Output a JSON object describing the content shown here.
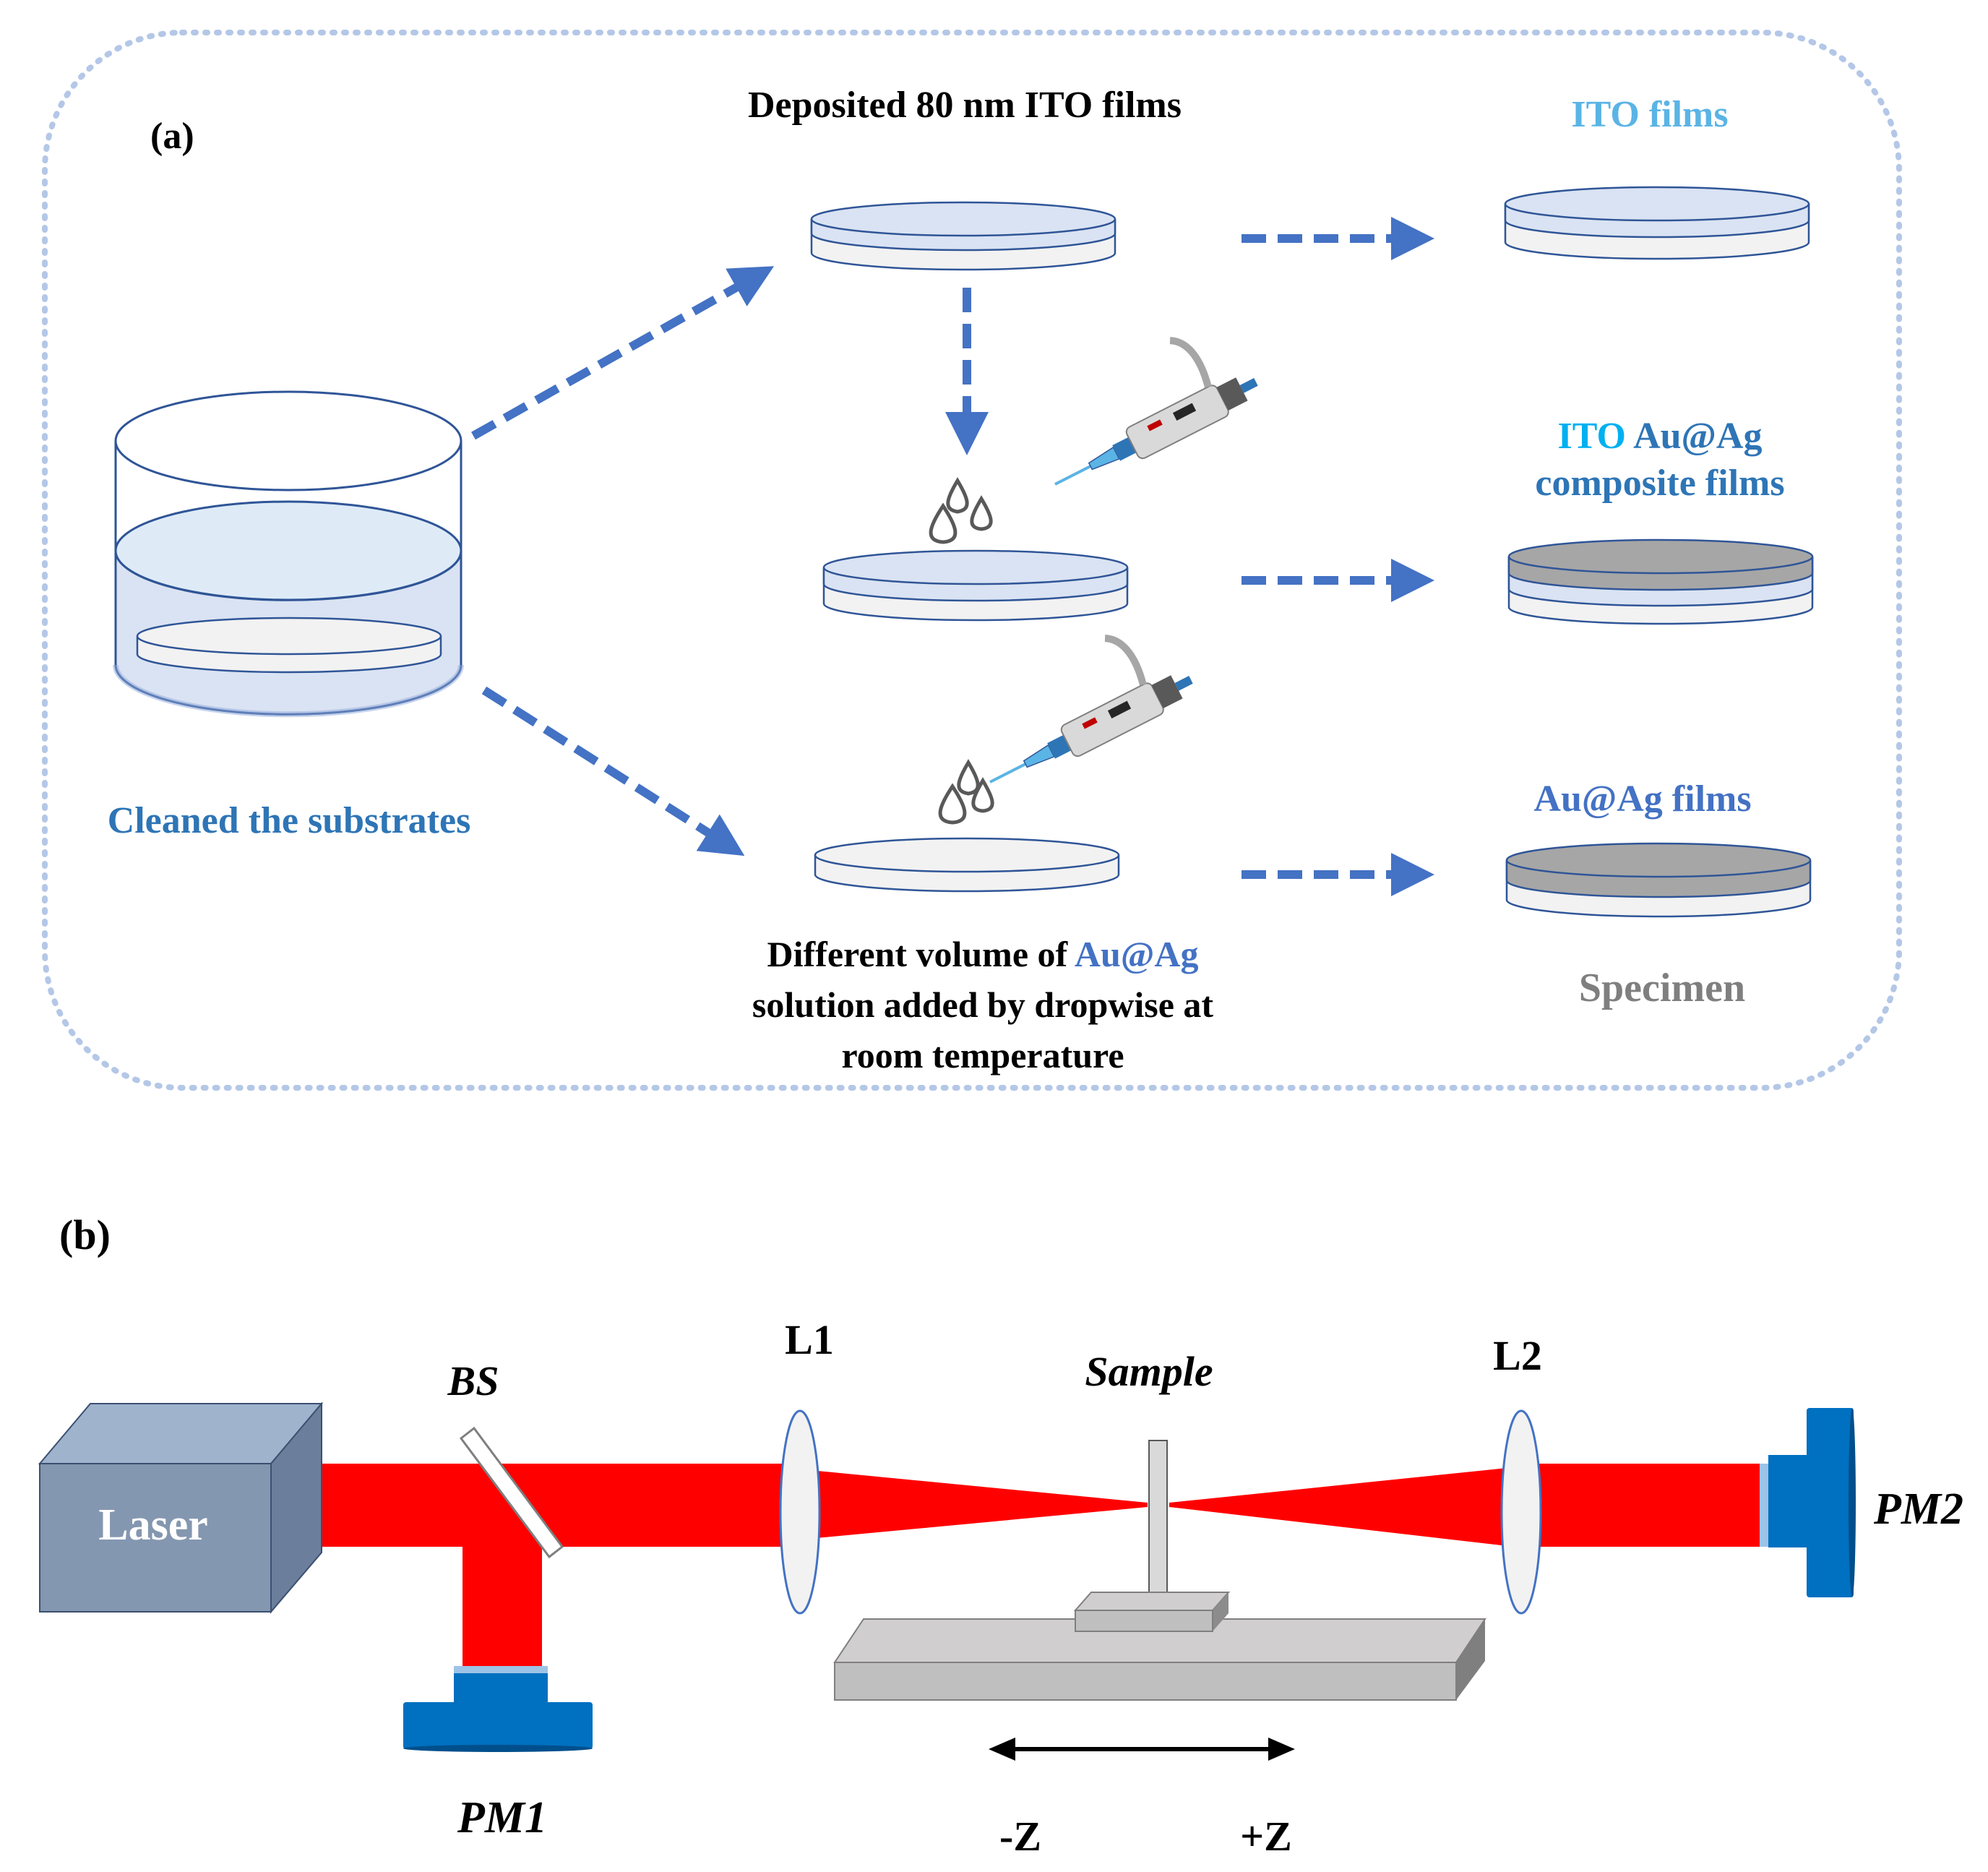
{
  "panel_a": {
    "label": "(a)",
    "title": "Deposited 80 nm ITO films",
    "cleaned": "Cleaned the substrates",
    "ito_films": "ITO films",
    "composite_line1": "ITO Au@Ag",
    "composite_line2": "composite films",
    "auag_films": "Au@Ag films",
    "dropwise_line1_prefix": "Different volume of ",
    "dropwise_line1_highlight": "Au@Ag",
    "dropwise_line2": "solution added by dropwise at",
    "dropwise_line3": "room temperature",
    "specimen": "Specimen"
  },
  "panel_b": {
    "label": "(b)",
    "laser": "Laser",
    "bs": "BS",
    "l1": "L1",
    "l2": "L2",
    "sample": "Sample",
    "pm1": "PM1",
    "pm2": "PM2",
    "minus_z": "-Z",
    "plus_z": "+Z"
  },
  "colors": {
    "arrow_blue": "#4472c4",
    "text_blue": "#2e75b6",
    "light_blue_text": "#5ab4e5",
    "beam_red": "#ff0000",
    "laser_box": "#8497b0",
    "detector_blue": "#0070c0",
    "stage_gray": "#bfbfbf",
    "dotted_border": "#b4c7e7",
    "specimen_gray": "#7f7f7f"
  }
}
